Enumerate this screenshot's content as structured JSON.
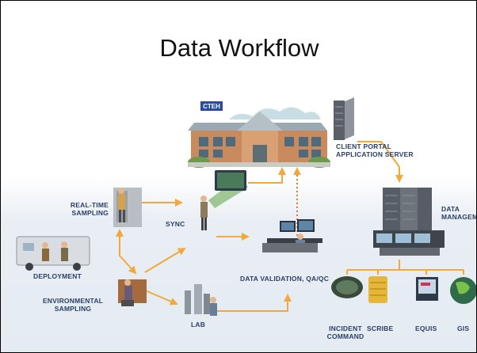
{
  "slide": {
    "title": "Data Workflow",
    "building_sign": "CTEH",
    "labels": {
      "client_portal_line1": "CLIENT PORTAL",
      "client_portal_line2": "APPLICATION SERVER",
      "data_management_line1": "DATA",
      "data_management_line2": "MANAGEMENT",
      "realtime_line1": "REAL-TIME",
      "realtime_line2": "SAMPLING",
      "sync": "SYNC",
      "deployment": "DEPLOYMENT",
      "environmental_line1": "ENVIRONMENTAL",
      "environmental_line2": "SAMPLING",
      "lab": "LAB",
      "validation": "DATA VALIDATION, QA/QC",
      "incident_line1": "INCIDENT",
      "incident_line2": "COMMAND",
      "scribe": "SCRIBE",
      "equis": "EQUIS",
      "gis": "GIS"
    }
  },
  "colors": {
    "arrow": "#f2a93b",
    "label": "#2a3f66",
    "building_wall": "#c98a5e",
    "building_roof": "#9aa9b2",
    "server": "#5a6068",
    "sign": "#2a4a9a"
  }
}
